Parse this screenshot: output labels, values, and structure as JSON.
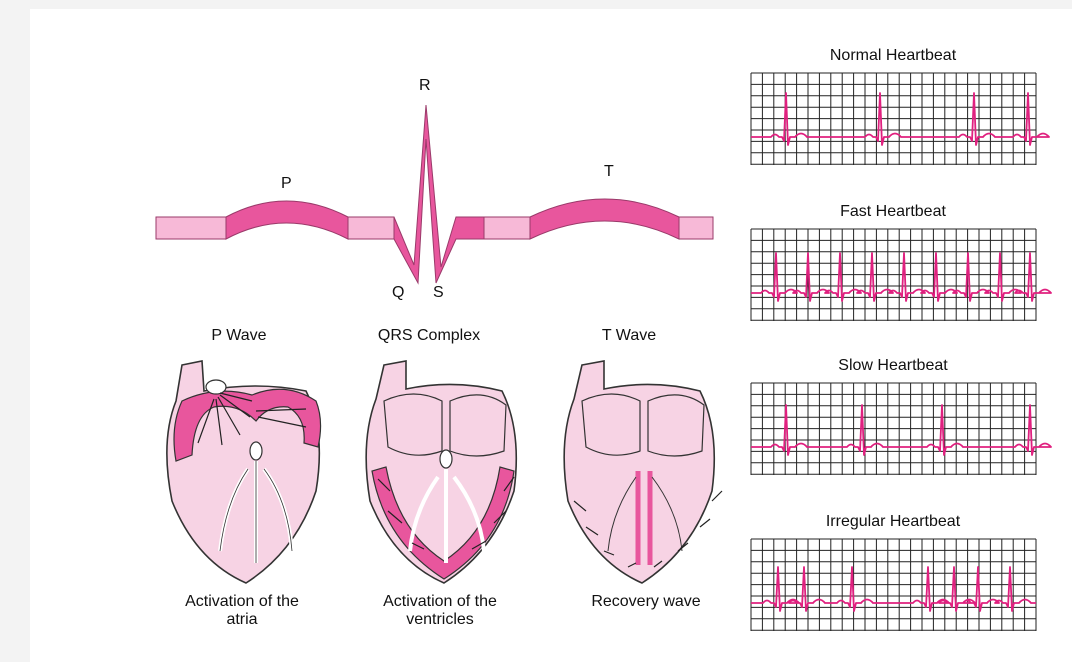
{
  "waveform": {
    "labels": {
      "p": "P",
      "q": "Q",
      "r": "R",
      "s": "S",
      "t": "T"
    }
  },
  "phases": [
    {
      "title": "P Wave",
      "caption_line1": "Activation of the",
      "caption_line2": "atria"
    },
    {
      "title": "QRS Complex",
      "caption_line1": "Activation of the",
      "caption_line2": "ventricles"
    },
    {
      "title": "T Wave",
      "caption_line1": "Recovery wave",
      "caption_line2": ""
    }
  ],
  "rhythm_strips": [
    {
      "title": "Normal Heartbeat"
    },
    {
      "title": "Fast Heartbeat"
    },
    {
      "title": "Slow Heartbeat"
    },
    {
      "title": "Irregular Heartbeat"
    }
  ],
  "colors": {
    "band_light": "#f7b9d7",
    "band_dark": "#e8569d",
    "trace": "#e0207f",
    "heart_fill": "#f7d3e4",
    "heart_active": "#e8569d",
    "grid": "#222222"
  }
}
